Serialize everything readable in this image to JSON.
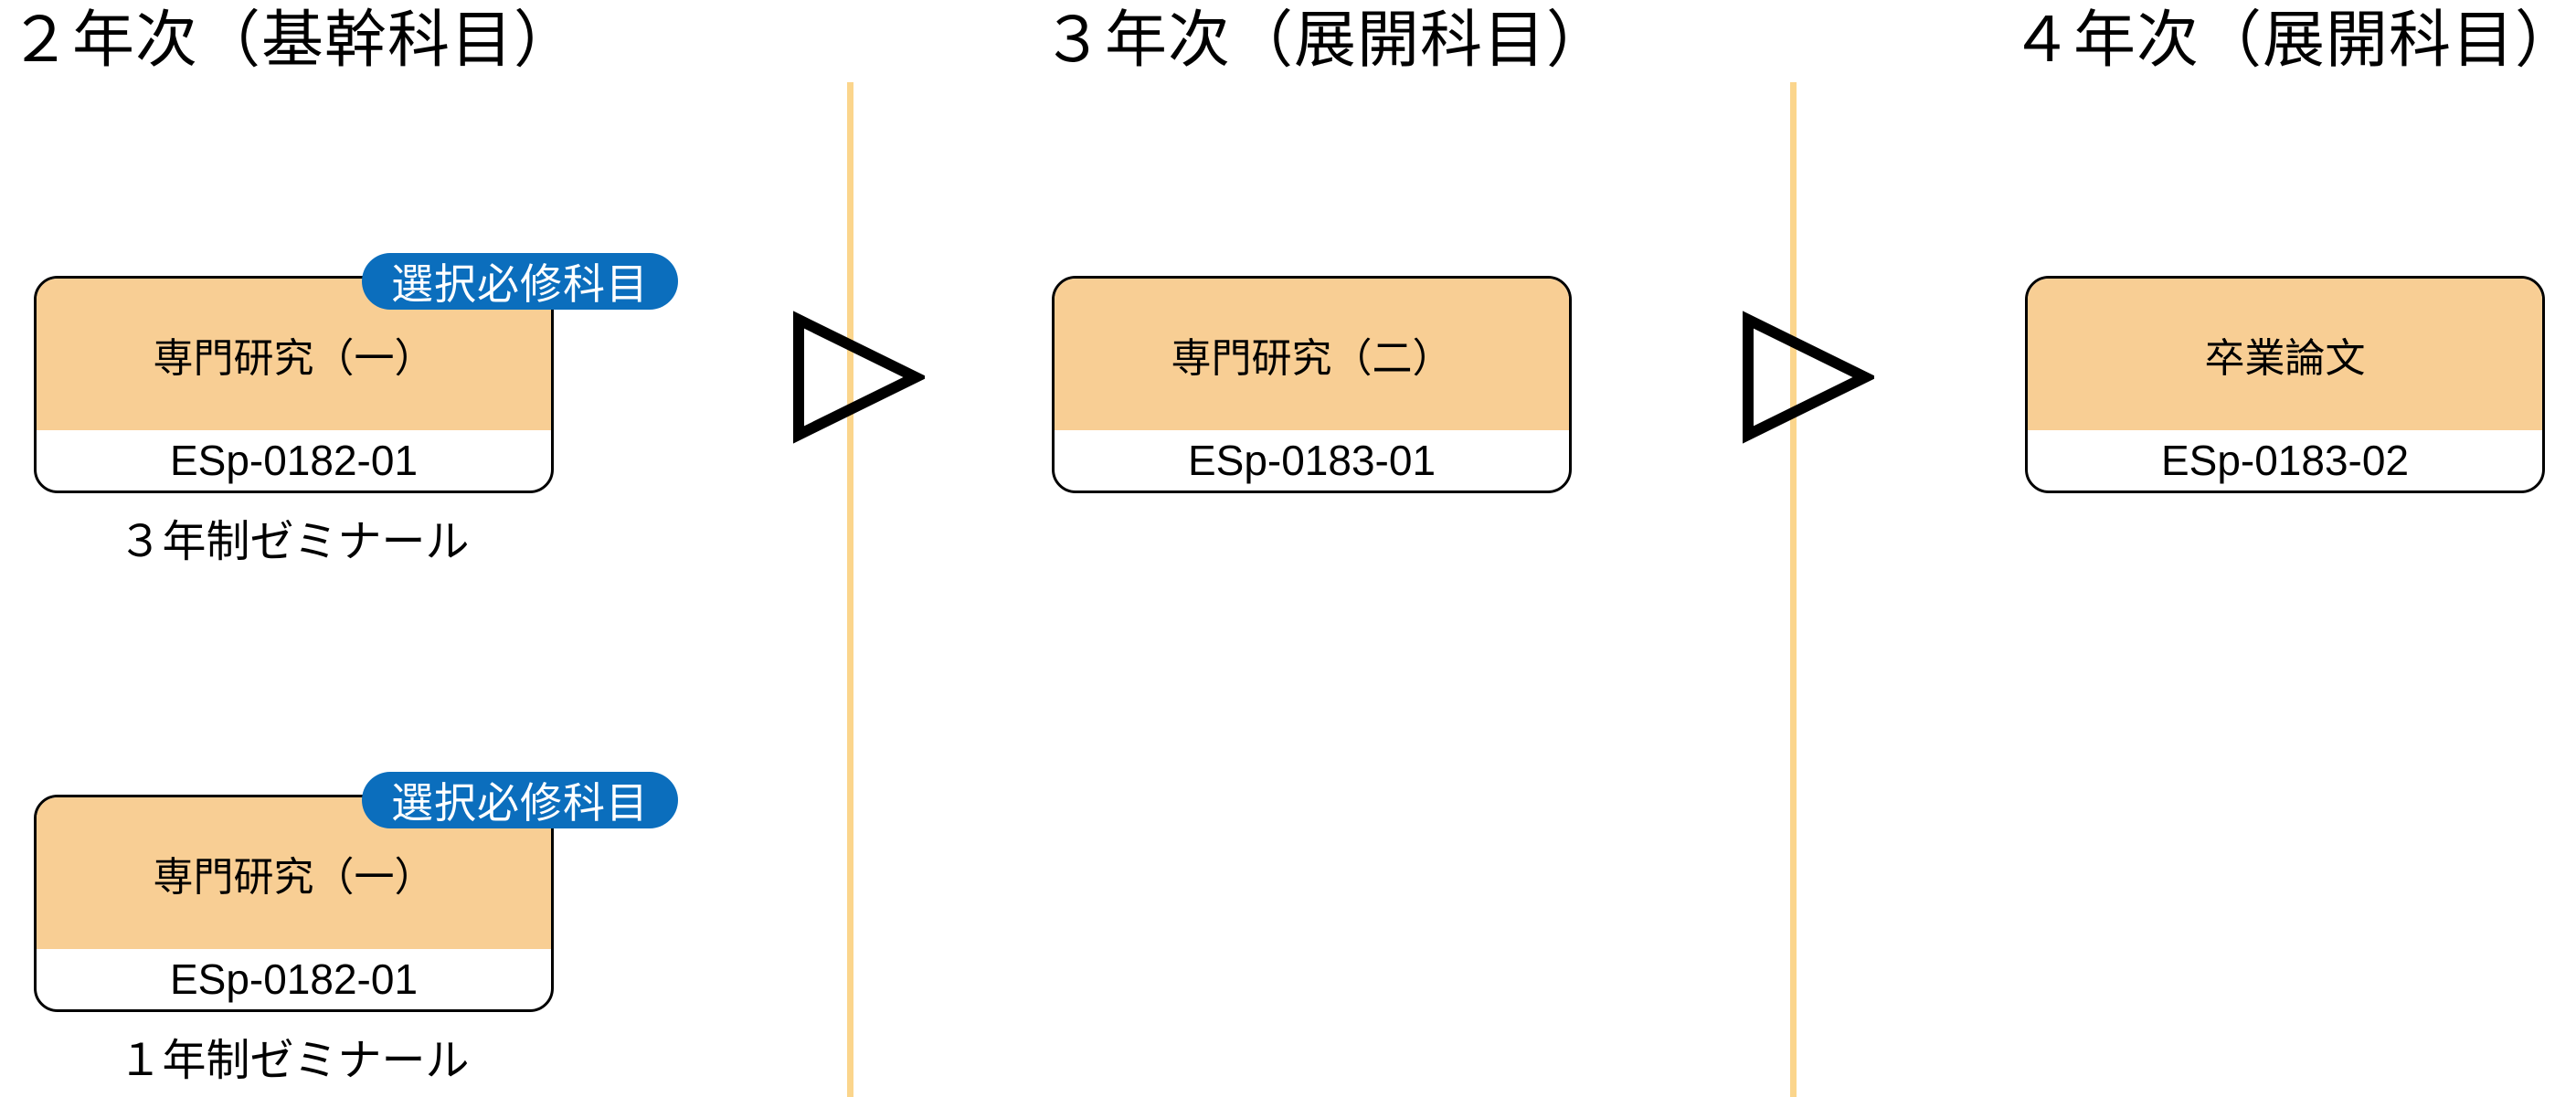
{
  "colors": {
    "course_header_fill": "#F8CE94",
    "divider": "#FBD58C",
    "badge": "#0B6EBD",
    "border": "#000000"
  },
  "columns": [
    {
      "title": "２年次（基幹科目）",
      "courses": [
        {
          "name": "専門研究（一）",
          "code": "ESp-0182-01",
          "badge": "選択必修科目",
          "caption": "３年制ゼミナール"
        },
        {
          "name": "専門研究（一）",
          "code": "ESp-0182-01",
          "badge": "選択必修科目",
          "caption": "１年制ゼミナール"
        }
      ]
    },
    {
      "title": "３年次（展開科目）",
      "courses": [
        {
          "name": "専門研究（二）",
          "code": "ESp-0183-01"
        }
      ]
    },
    {
      "title": "４年次（展開科目）",
      "courses": [
        {
          "name": "卒業論文",
          "code": "ESp-0183-02"
        }
      ]
    }
  ],
  "arrows": [
    {
      "icon": "triangle-right-arrow-icon",
      "from": "２年次",
      "to": "３年次"
    },
    {
      "icon": "triangle-right-arrow-icon",
      "from": "３年次",
      "to": "４年次"
    }
  ]
}
